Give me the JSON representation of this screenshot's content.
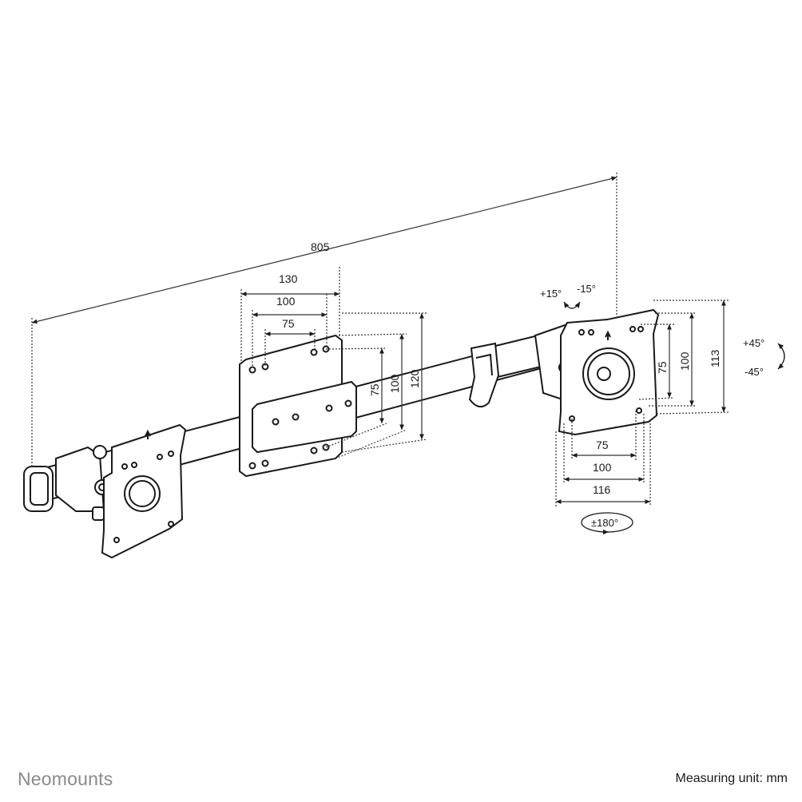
{
  "brand": {
    "name": "Neomounts",
    "color": "#8a8a8a"
  },
  "footer": {
    "measuring_unit": "Measuring unit: mm"
  },
  "dimensions": {
    "overall_width": "805",
    "center_plate_width_130": "130",
    "center_plate_width_100": "100",
    "center_plate_width_75": "75",
    "center_plate_height_75": "75",
    "center_plate_height_100": "100",
    "center_plate_height_120": "120",
    "right_plate_height_75": "75",
    "right_plate_height_100": "100",
    "right_plate_height_113": "113",
    "right_plate_width_75": "75",
    "right_plate_width_100": "100",
    "right_plate_width_116": "116"
  },
  "angles": {
    "tilt_up": "+15°",
    "tilt_down": "-15°",
    "swivel_plus": "+45°",
    "swivel_minus": "-45°",
    "rotation": "±180°"
  },
  "colors": {
    "line": "#1a1a1a",
    "tube_fill": "#ffffff",
    "dimension_line": "#333333"
  }
}
